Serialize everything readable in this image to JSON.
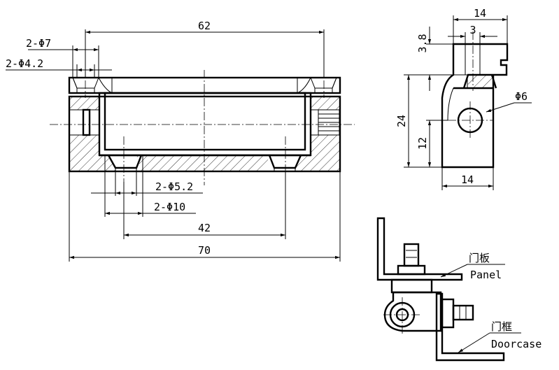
{
  "front_view": {
    "dim_62": "62",
    "dim_2phi7": "2-Φ7",
    "dim_2phi42": "2-Φ4.2",
    "dim_2phi52": "2-Φ5.2",
    "dim_2phi10": "2-Φ10",
    "dim_42": "42",
    "dim_70": "70"
  },
  "side_view": {
    "dim_14_top": "14",
    "dim_3": "3",
    "dim_38": "3.8",
    "dim_phi6": "Φ6",
    "dim_24": "24",
    "dim_12": "12",
    "dim_14_bottom": "14"
  },
  "assembly_view": {
    "panel_cn": "门板",
    "panel_en": "Panel",
    "doorcase_cn": "门框",
    "doorcase_en": "Doorcase"
  }
}
